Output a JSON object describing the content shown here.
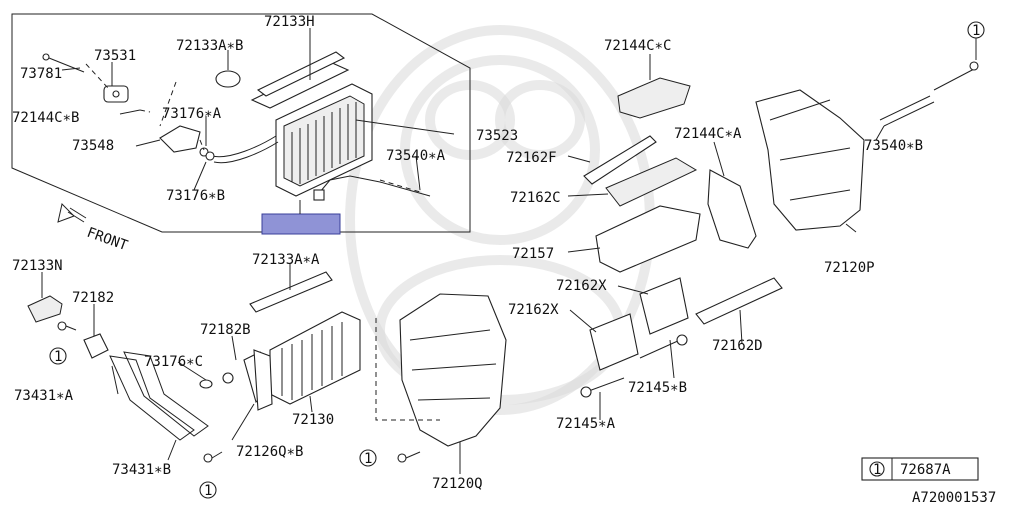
{
  "labels": {
    "p72133H": "72133H",
    "p73531": "73531",
    "p72133AB": "72133A∗B",
    "p73781": "73781",
    "p72144CB": "72144C∗B",
    "p73176A": "73176∗A",
    "p73548": "73548",
    "p73523": "73523",
    "p73540A": "73540∗A",
    "p73176B": "73176∗B",
    "p72144CC": "72144C∗C",
    "p72144CA": "72144C∗A",
    "p73540B": "73540∗B",
    "p72162F": "72162F",
    "p72162C": "72162C",
    "p72157": "72157",
    "p72120P": "72120P",
    "p72133N": "72133N",
    "p72182": "72182",
    "p72133AA": "72133A∗A",
    "p72182B": "72182B",
    "p72162X1": "72162X",
    "p72162X2": "72162X",
    "p73176C": "73176∗C",
    "p72162D": "72162D",
    "p72145B": "72145∗B",
    "p73431A": "73431∗A",
    "p72130": "72130",
    "p72145A": "72145∗A",
    "p72126QB": "72126Q∗B",
    "p73431B": "73431∗B",
    "p72120Q": "72120Q"
  },
  "front_label": "FRONT",
  "callout_marker": "1",
  "legend": {
    "marker": "1",
    "part": "72687A"
  },
  "diagram_id": "A720001537"
}
